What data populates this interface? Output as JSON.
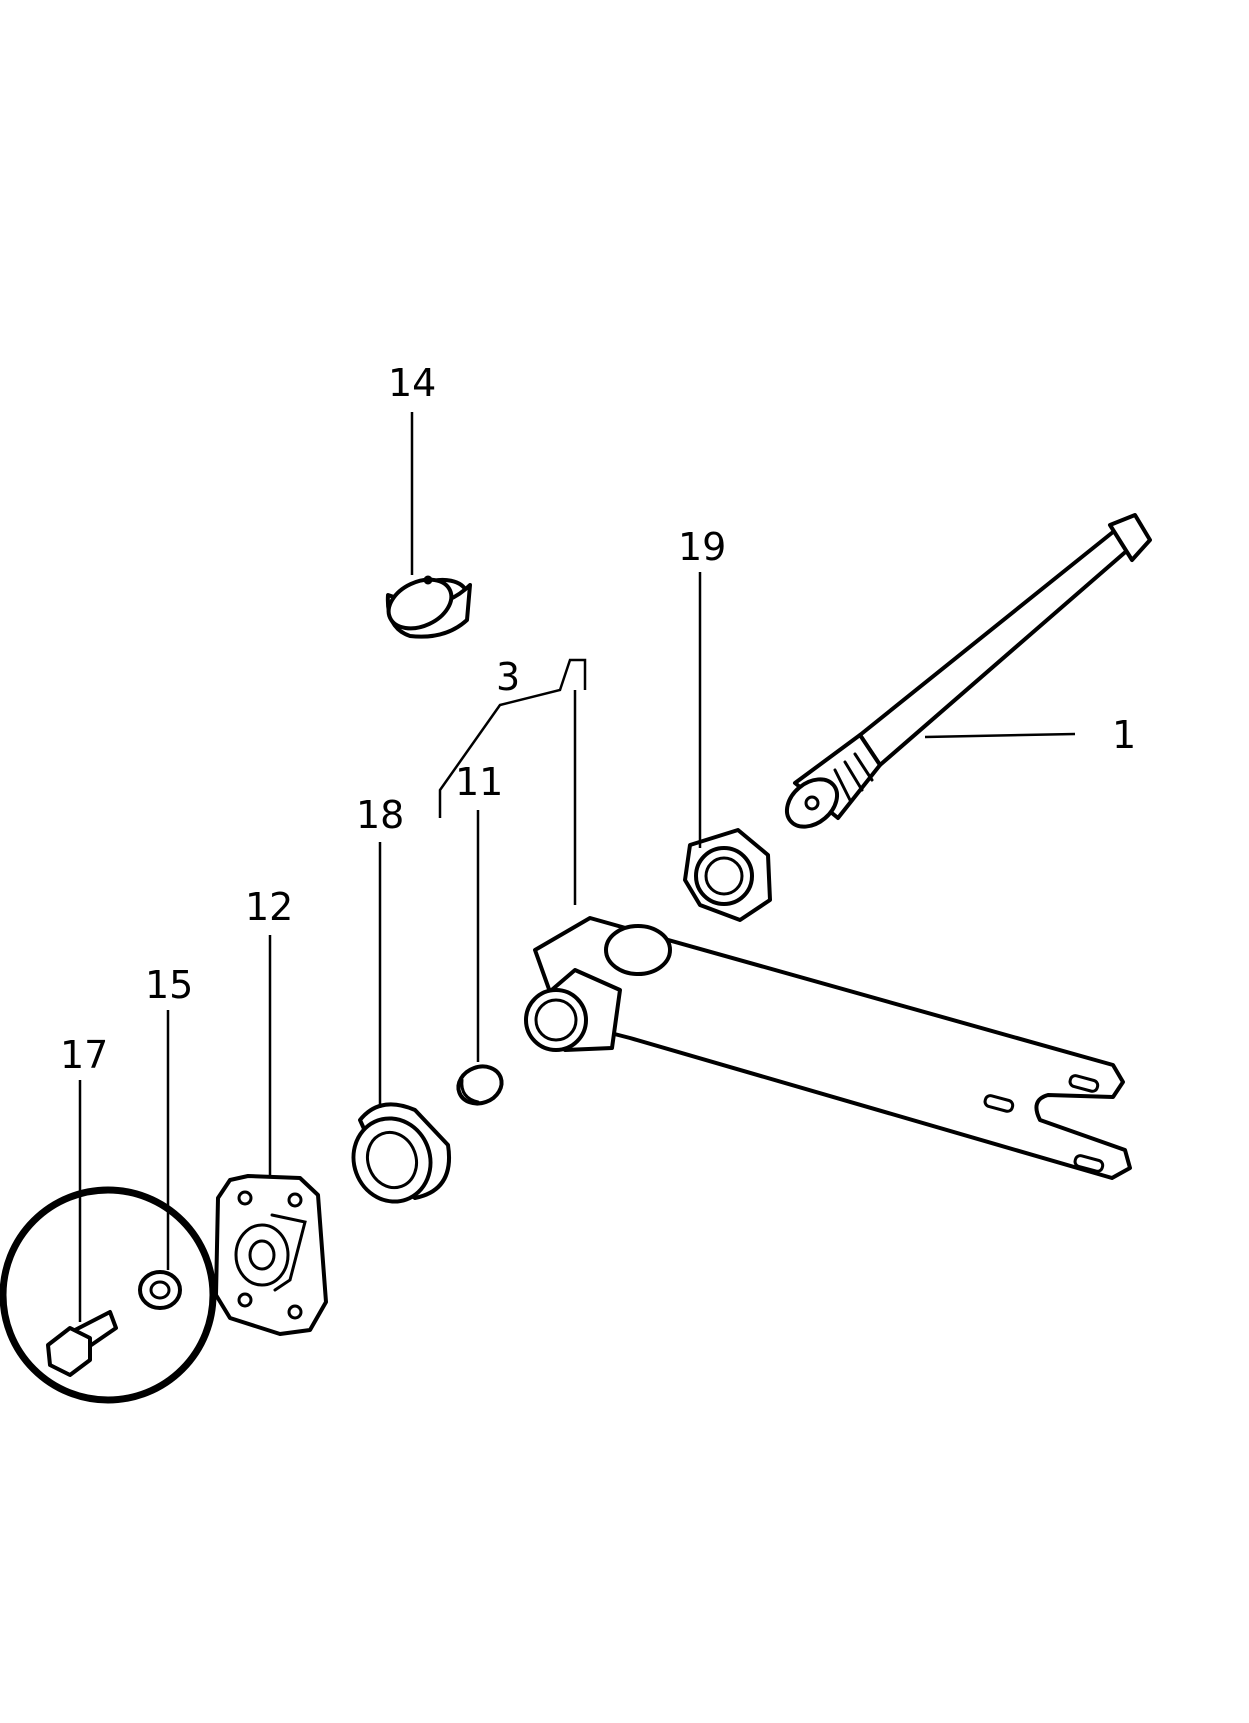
{
  "diagram": {
    "labels": {
      "p1": "1",
      "p3": "3",
      "p11": "11",
      "p12": "12",
      "p14": "14",
      "p15": "15",
      "p17": "17",
      "p18": "18",
      "p19": "19"
    },
    "highlight": {
      "color": "#000000",
      "covers": [
        "17",
        "15"
      ]
    },
    "colors": {
      "stroke": "#000000",
      "background": "#ffffff"
    }
  }
}
